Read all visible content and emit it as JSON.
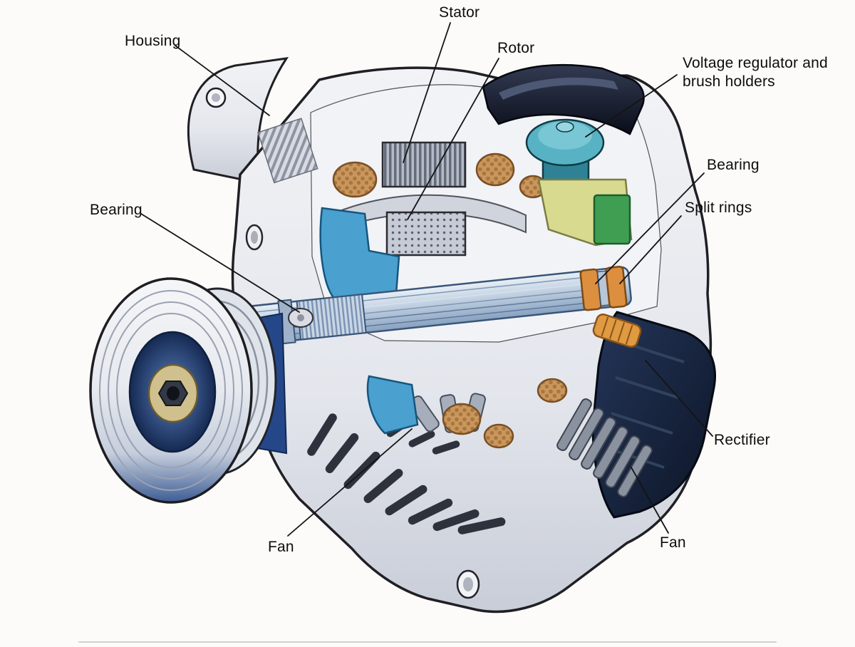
{
  "diagram": {
    "labels": {
      "housing": "Housing",
      "stator": "Stator",
      "rotor": "Rotor",
      "voltage_regulator": "Voltage regulator and brush holders",
      "bearing_right": "Bearing",
      "split_rings": "Split rings",
      "bearing_left": "Bearing",
      "rectifier": "Rectifier",
      "fan_left": "Fan",
      "fan_right": "Fan"
    },
    "colors": {
      "background": "#fcfbf9",
      "leader_line": "#141414",
      "housing_light": "#e9ebf0",
      "housing_shadow": "#c9cdd8",
      "pulley_blue": "#24478a",
      "shaft_steel": "#a9bdd6",
      "copper_winding": "#c9975e",
      "regulator_teal": "#57b2c4",
      "brush_holder_green": "#3f9e52",
      "bracket_yellow": "#d8da90",
      "split_ring_orange": "#dc8f3e",
      "rectifier_navy": "#111b30",
      "hub_brass": "#cfc08e"
    }
  }
}
